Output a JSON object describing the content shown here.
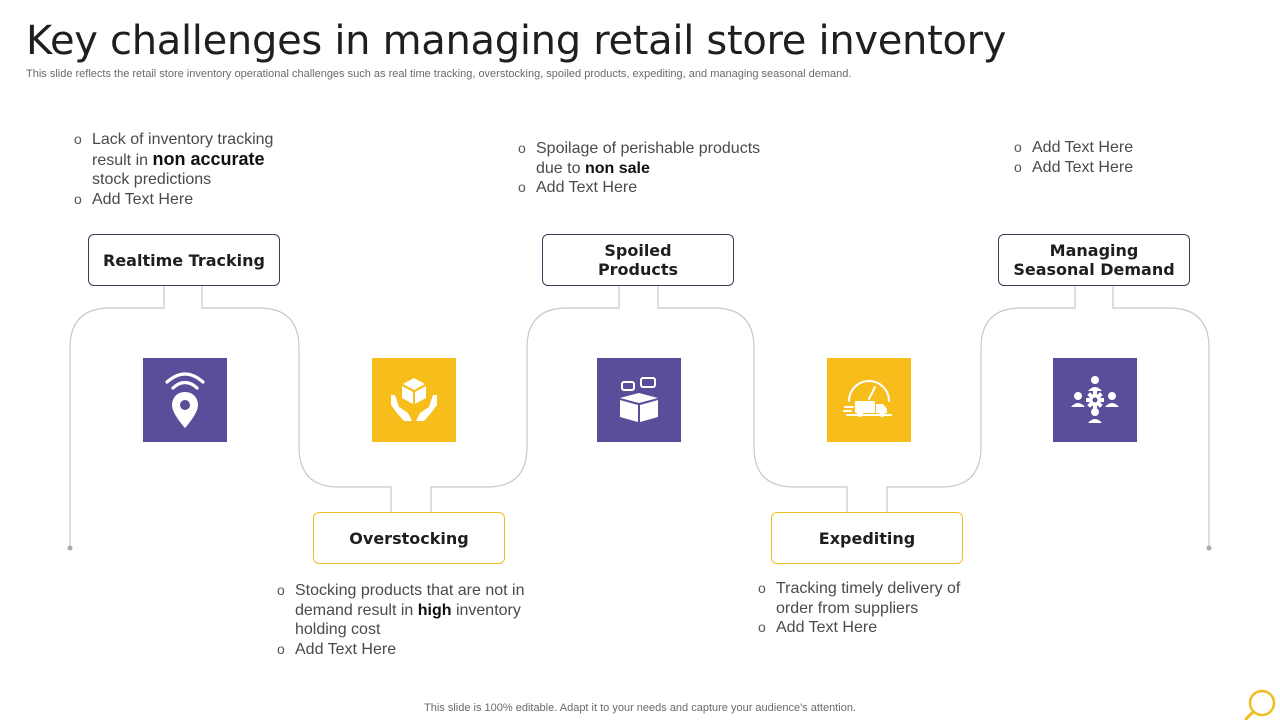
{
  "slide": {
    "title": "Key challenges in managing retail store inventory",
    "subtitle": "This slide reflects the retail store inventory operational challenges such as real time tracking, overstocking, spoiled products, expediting, and managing seasonal demand.",
    "footer": "This slide is 100% editable. Adapt it to your needs and capture your audience's attention."
  },
  "colors": {
    "purple": "#5a4e9a",
    "gold": "#f7bd1a",
    "line": "#c8c8c8"
  },
  "challenges": [
    {
      "label": "Realtime Tracking",
      "icon": "wifi-location-pin-icon",
      "tile_color": "purple",
      "bullets": [
        {
          "pre": "Lack of inventory tracking result in ",
          "bold": "non accurate",
          "post": " stock predictions"
        },
        {
          "pre": "Add Text Here",
          "bold": "",
          "post": ""
        }
      ]
    },
    {
      "label": "Overstocking",
      "icon": "hands-holding-box-icon",
      "tile_color": "gold",
      "bullets": [
        {
          "pre": "Stocking products that are not in demand result in ",
          "bold": "high",
          "post": " inventory holding cost"
        },
        {
          "pre": "Add Text Here",
          "bold": "",
          "post": ""
        }
      ]
    },
    {
      "label": "Spoiled\nProducts",
      "icon": "open-box-chat-icon",
      "tile_color": "purple",
      "bullets": [
        {
          "pre": "Spoilage of perishable products due to ",
          "bold": "non sale",
          "post": ""
        },
        {
          "pre": "Add Text Here",
          "bold": "",
          "post": ""
        }
      ]
    },
    {
      "label": "Expediting",
      "icon": "speed-delivery-truck-icon",
      "tile_color": "gold",
      "bullets": [
        {
          "pre": "Tracking timely delivery of order from suppliers",
          "bold": "",
          "post": ""
        },
        {
          "pre": "Add Text Here",
          "bold": "",
          "post": ""
        }
      ]
    },
    {
      "label": "Managing\nSeasonal Demand",
      "icon": "people-network-gear-icon",
      "tile_color": "purple",
      "bullets": [
        {
          "pre": "Add Text Here",
          "bold": "",
          "post": ""
        },
        {
          "pre": "Add Text Here",
          "bold": "",
          "post": ""
        }
      ]
    }
  ]
}
